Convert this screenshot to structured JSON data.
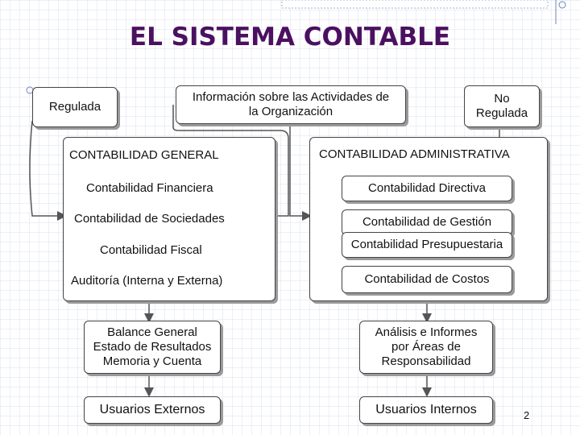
{
  "title": "EL SISTEMA CONTABLE",
  "top": {
    "regulada": "Regulada",
    "informacion_line1": "Información sobre las Actividades de",
    "informacion_line2": "la Organización",
    "no_regulada_line1": "No",
    "no_regulada_line2": "Regulada"
  },
  "general": {
    "heading": "CONTABILIDAD GENERAL",
    "items": [
      "Contabilidad Financiera",
      "Contabilidad de Sociedades",
      "Contabilidad Fiscal",
      "Auditoría (Interna y Externa)"
    ],
    "output_lines": [
      "Balance General",
      "Estado de Resultados",
      "Memoria y Cuenta"
    ],
    "users": "Usuarios Externos"
  },
  "administrativa": {
    "heading": "CONTABILIDAD ADMINISTRATIVA",
    "items": [
      "Contabilidad Directiva",
      "Contabilidad de Gestión",
      "Contabilidad Presupuestaria",
      "Contabilidad de Costos"
    ],
    "output_lines": [
      "Análisis e Informes",
      "por Áreas de",
      "Responsabilidad"
    ],
    "users": "Usuarios Internos"
  },
  "page_number": "2"
}
